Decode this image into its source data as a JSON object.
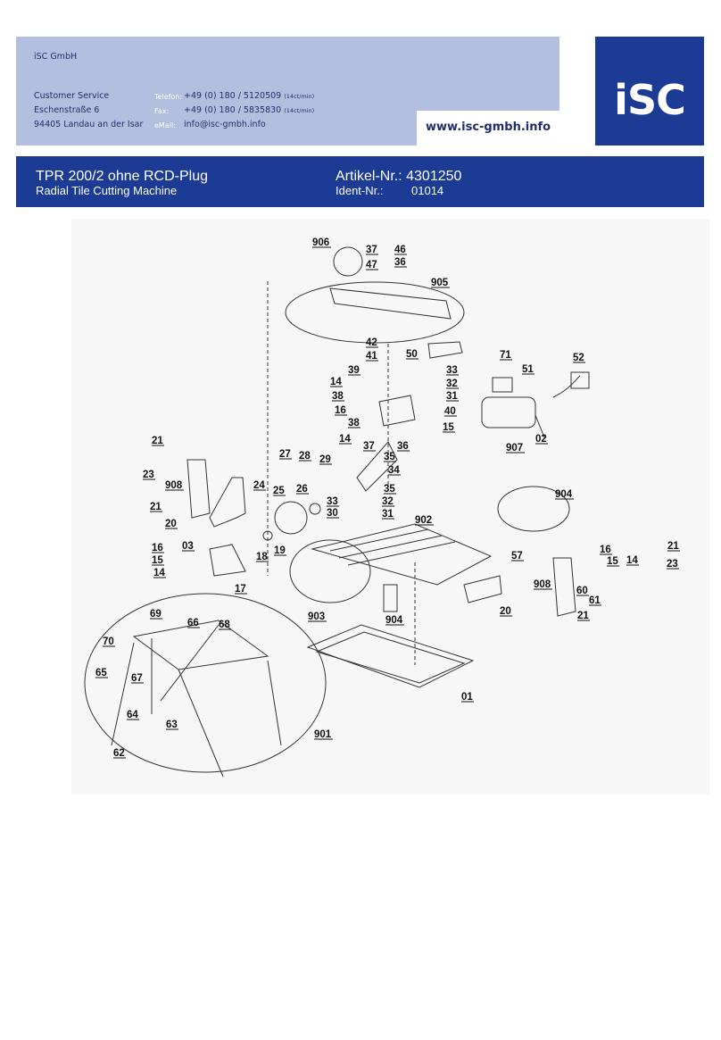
{
  "company": {
    "name": "iSC GmbH",
    "department": "Customer Service",
    "street": "Eschenstraße 6",
    "city": "94405 Landau an der Isar",
    "phone_label": "Telefon:",
    "phone": "+49 (0) 180 / 5120509",
    "phone_note": "(14ct/min)",
    "fax_label": "Fax:",
    "fax": "+49 (0) 180 / 5835830",
    "fax_note": "(14ct/min)",
    "email_label": "eMail:",
    "email": "info@isc-gmbh.info",
    "website": "www.isc-gmbh.info",
    "logo_text": "iSC"
  },
  "product": {
    "name": "TPR 200/2 ohne RCD-Plug",
    "description": "Radial Tile Cutting Machine",
    "article_label": "Artikel-Nr.: 4301250",
    "ident_label": "Ident-Nr.:",
    "ident_value": "01014"
  },
  "diagram": {
    "part_labels": [
      "906",
      "37",
      "46",
      "47",
      "36",
      "905",
      "42",
      "41",
      "50",
      "71",
      "52",
      "39",
      "33",
      "51",
      "14",
      "32",
      "38",
      "31",
      "16",
      "40",
      "38",
      "15",
      "14",
      "37",
      "36",
      "907",
      "02",
      "35",
      "21",
      "27",
      "28",
      "29",
      "34",
      "23",
      "908",
      "24",
      "25",
      "26",
      "35",
      "904",
      "33",
      "32",
      "21",
      "30",
      "31",
      "20",
      "902",
      "03",
      "19",
      "18",
      "16",
      "15",
      "14",
      "17",
      "57",
      "16",
      "15",
      "14",
      "21",
      "23",
      "908",
      "60",
      "61",
      "20",
      "21",
      "903",
      "904",
      "69",
      "66",
      "68",
      "70",
      "65",
      "67",
      "01",
      "64",
      "63",
      "901",
      "62"
    ]
  },
  "colors": {
    "header_light": "#b3bfdf",
    "brand_blue": "#1c3b94",
    "header_text": "#1f2f6a"
  }
}
